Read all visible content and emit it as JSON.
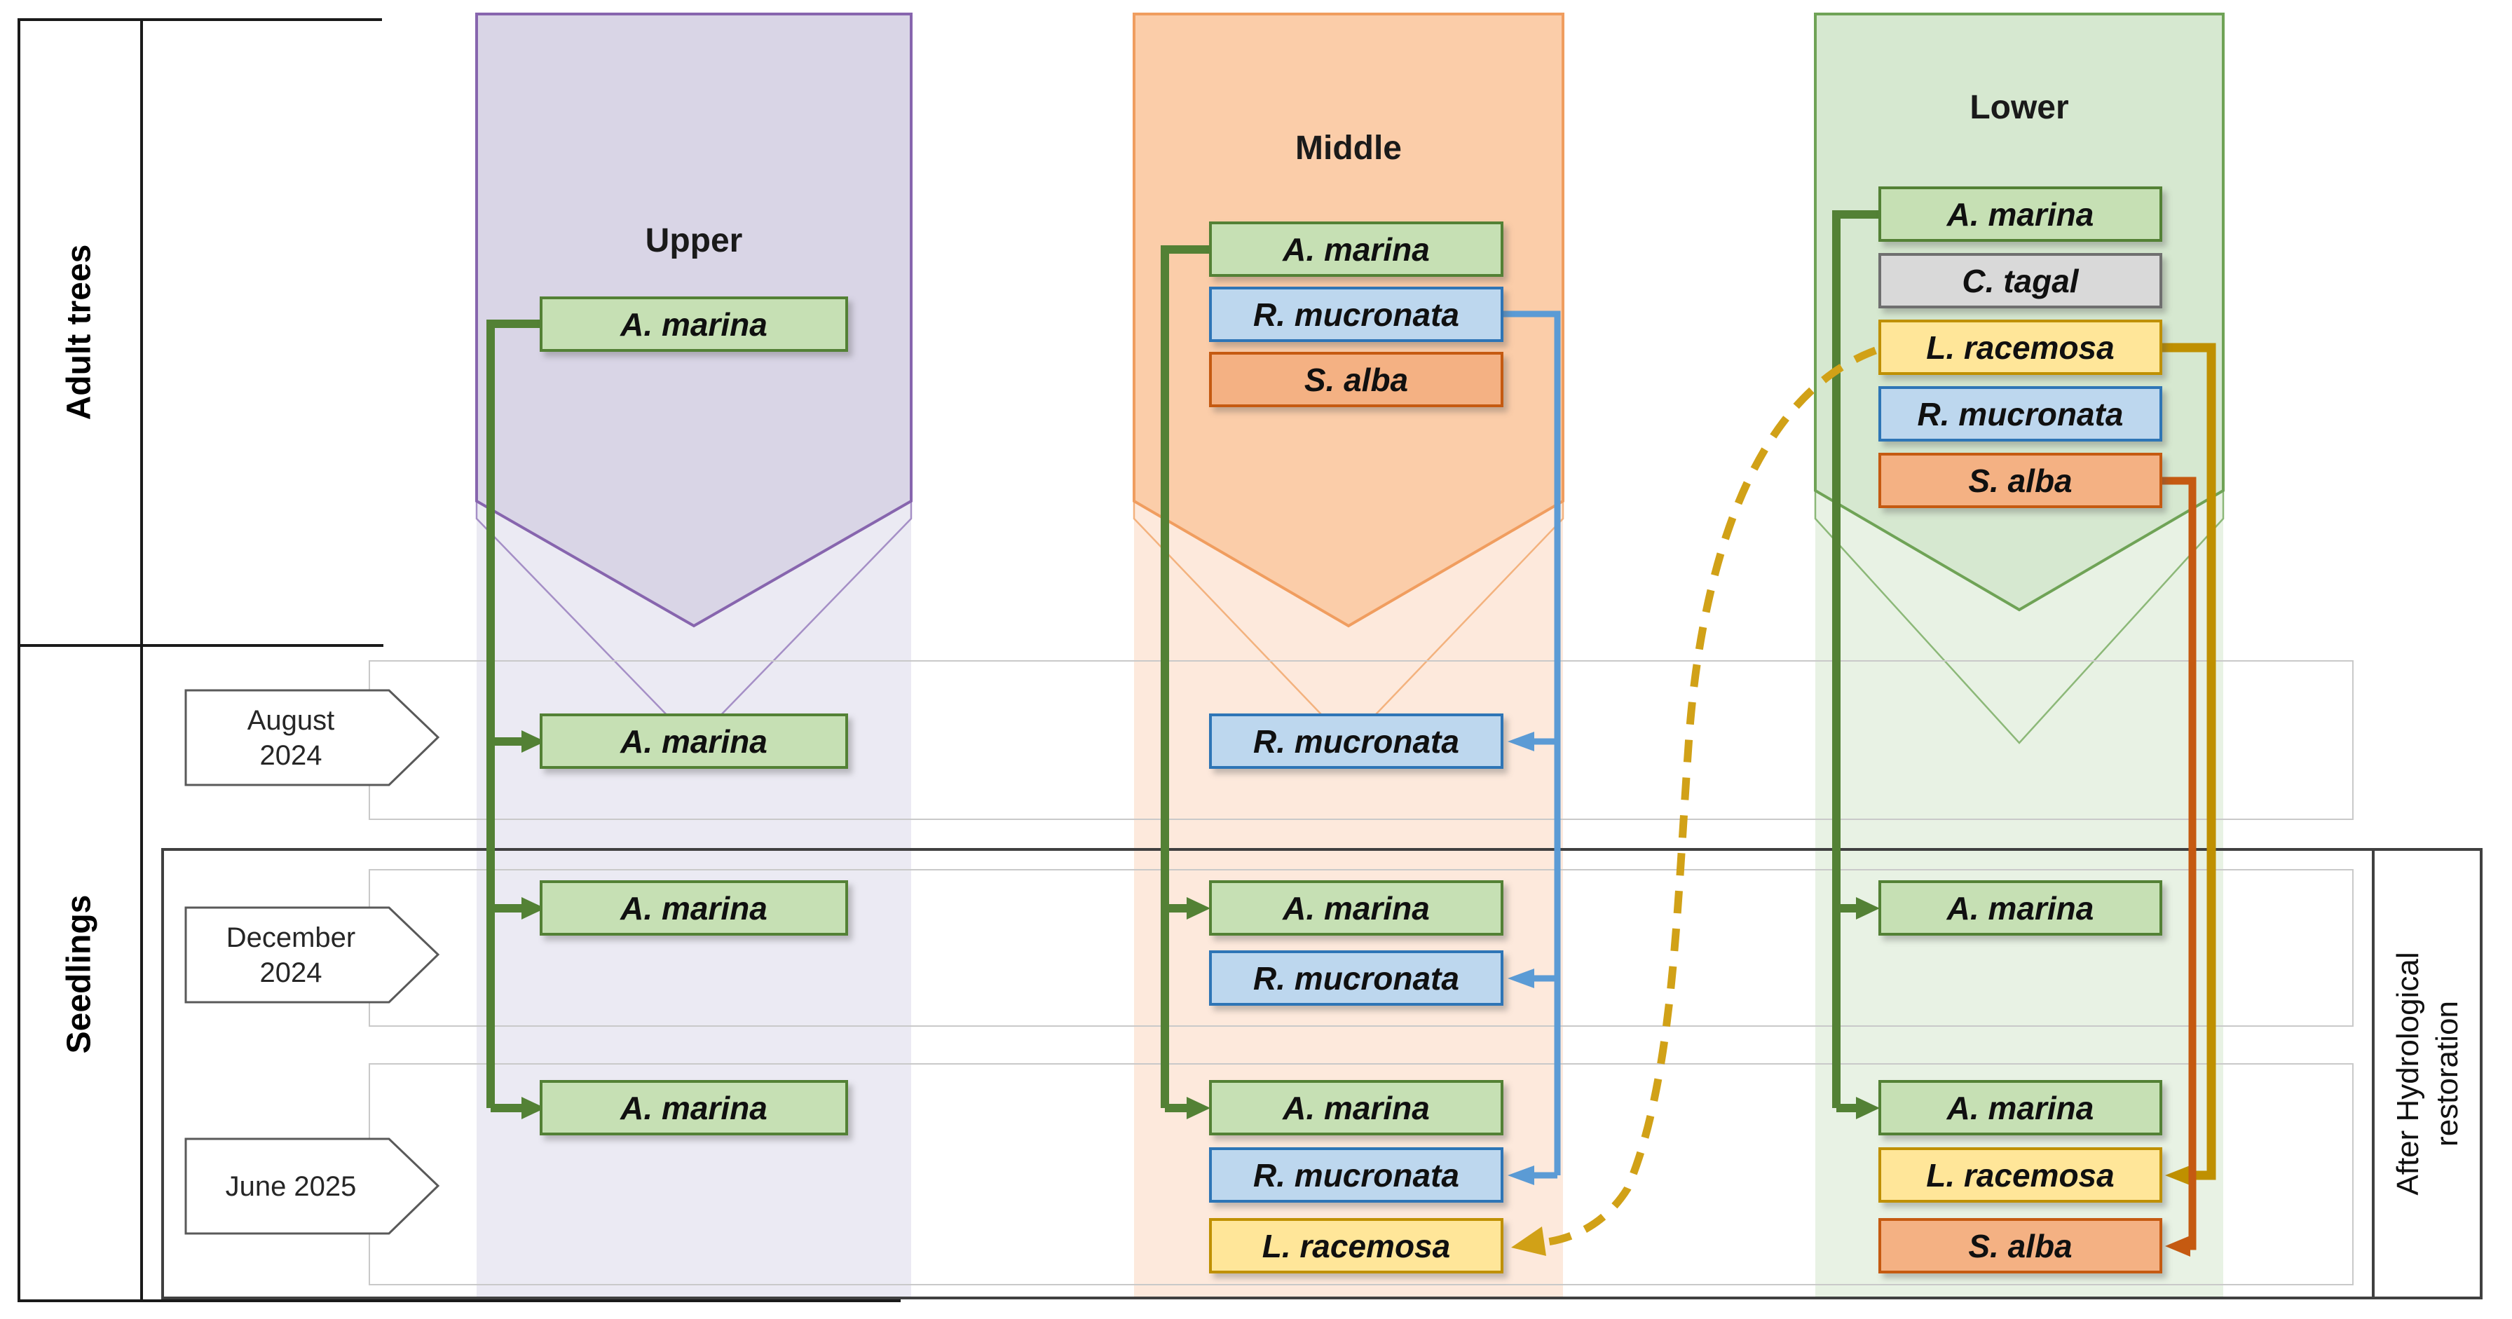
{
  "diagram": {
    "row_group_labels": {
      "adult": "Adult trees",
      "seedlings": "Seedlings"
    },
    "after_restoration_label": {
      "line1": "After Hydrological",
      "line2": "restoration"
    },
    "zones": [
      {
        "id": "upper",
        "title": "Upper",
        "adult_species": [
          "A. marina"
        ]
      },
      {
        "id": "middle",
        "title": "Middle",
        "adult_species": [
          "A. marina",
          "R. mucronata",
          "S. alba"
        ]
      },
      {
        "id": "lower",
        "title": "Lower",
        "adult_species": [
          "A. marina",
          "C. tagal",
          "L. racemosa",
          "R. mucronata",
          "S. alba"
        ]
      }
    ],
    "timepoints": [
      {
        "id": "august-2024",
        "line1": "August",
        "line2": "2024"
      },
      {
        "id": "december-2024",
        "line1": "December",
        "line2": "2024"
      },
      {
        "id": "june-2025",
        "line1": "June 2025",
        "line2": ""
      }
    ],
    "seedlings": {
      "august": {
        "upper": [
          "A. marina"
        ],
        "middle": [
          "R. mucronata"
        ],
        "lower": []
      },
      "december": {
        "upper": [
          "A. marina"
        ],
        "middle": [
          "A. marina",
          "R. mucronata"
        ],
        "lower": [
          "A. marina"
        ]
      },
      "june": {
        "upper": [
          "A. marina"
        ],
        "middle": [
          "A. marina",
          "R. mucronata",
          "L. racemosa"
        ],
        "lower": [
          "A. marina",
          "L. racemosa",
          "S. alba"
        ]
      }
    },
    "species_styles": {
      "A. marina": {
        "fill": "#C6E0B4",
        "border": "#538135"
      },
      "R. mucronata": {
        "fill": "#BDD7EE",
        "border": "#2E75B6"
      },
      "S. alba": {
        "fill": "#F4B183",
        "border": "#C55A11"
      },
      "C. tagal": {
        "fill": "#D9D9D9",
        "border": "#6F6F6F"
      },
      "L. racemosa": {
        "fill": "#FFE699",
        "border": "#BF9000"
      }
    },
    "zone_styles": {
      "upper": {
        "banner_fill": "#D9D5E6",
        "banner_border": "#8765AE",
        "column_fill": "#EBEAF3"
      },
      "middle": {
        "banner_fill": "#FBCDA9",
        "banner_border": "#F09D5F",
        "column_fill": "#FDE9DC"
      },
      "lower": {
        "banner_fill": "#D6E8D0",
        "banner_border": "#6FA356",
        "column_fill": "#E8F2E4"
      }
    },
    "connector_colors": {
      "a_marina_green": "#538135",
      "r_mucronata_blue": "#5B9BD5",
      "l_racemosa_gold": "#BF9000",
      "l_racemosa_gold_dashed": "#D1A117",
      "s_alba_rust": "#C55A11"
    }
  }
}
